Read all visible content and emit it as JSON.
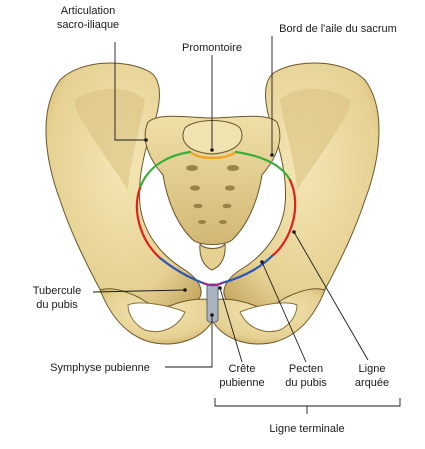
{
  "labels": {
    "articulation_line1": "Articulation",
    "articulation_line2": "sacro-iliaque",
    "promontoire": "Promontoire",
    "bord_aile": "Bord de l'aile du sacrum",
    "tubercule_line1": "Tubercule",
    "tubercule_line2": "du pubis",
    "symphyse": "Symphyse pubienne",
    "crete_line1": "Crête",
    "crete_line2": "pubienne",
    "pecten_line1": "Pecten",
    "pecten_line2": "du pubis",
    "ligne_arquee_line1": "Ligne",
    "ligne_arquee_line2": "arquée",
    "ligne_terminale": "Ligne terminale"
  },
  "colors": {
    "bone": "#e9d79f",
    "bone_shadow": "#b89a55",
    "bone_outline": "#6b5628",
    "cartilage": "#a8b4bf",
    "promontory_line": "#f2a11f",
    "wing_line": "#3cae3a",
    "arcuate_line": "#e0201c",
    "pecten_line": "#2a57b8",
    "crest_line": "#9a2a8a"
  },
  "icons": {
    "bracket": "brace-bracket-icon"
  }
}
